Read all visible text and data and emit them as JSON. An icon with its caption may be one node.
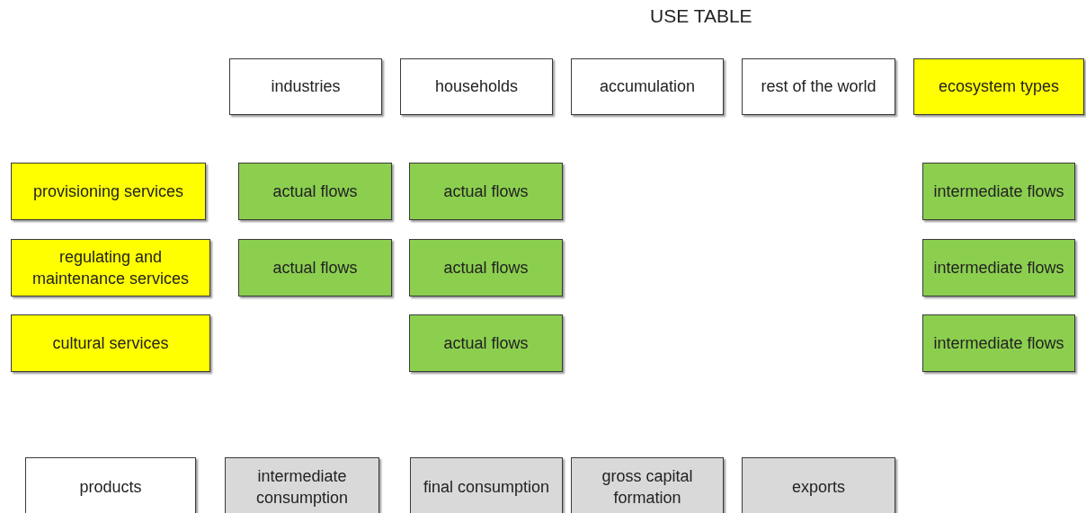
{
  "diagram": {
    "title": "USE TABLE",
    "nodes": [
      {
        "text": [
          "industries"
        ]
      },
      {
        "text": [
          "households"
        ]
      },
      {
        "text": [
          "accumulation"
        ]
      },
      {
        "text": [
          "rest of the world"
        ]
      },
      {
        "text": [
          "ecosystem types"
        ]
      },
      {
        "text": [
          "provisioning services"
        ]
      },
      {
        "text": [
          "actual flows"
        ]
      },
      {
        "text": [
          "actual flows"
        ]
      },
      {
        "text": [
          "intermediate flows"
        ]
      },
      {
        "text": [
          "regulating and maintenance services"
        ]
      },
      {
        "text": [
          "actual flows"
        ]
      },
      {
        "text": [
          "actual flows"
        ]
      },
      {
        "text": [
          "intermediate flows"
        ]
      },
      {
        "text": [
          "cultural services"
        ]
      },
      {
        "text": [
          "actual flows"
        ]
      },
      {
        "text": [
          "intermediate flows"
        ]
      },
      {
        "text": [
          "products"
        ]
      },
      {
        "text": [
          "intermediate consumption"
        ]
      },
      {
        "text": [
          "final consumption"
        ]
      },
      {
        "text": [
          "gross capital formation"
        ]
      },
      {
        "text": [
          "exports"
        ]
      }
    ],
    "edges": []
  }
}
